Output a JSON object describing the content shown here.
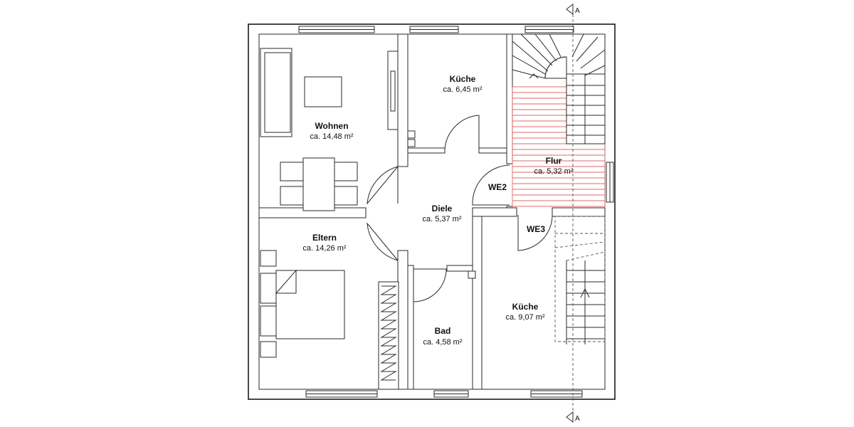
{
  "section_marker": {
    "label": "A"
  },
  "rooms": {
    "wohnen": {
      "name": "Wohnen",
      "area": "ca. 14,48 m²"
    },
    "kueche_top": {
      "name": "Küche",
      "area": "ca. 6,45 m²"
    },
    "flur": {
      "name": "Flur",
      "area": "ca. 5,32 m²"
    },
    "diele": {
      "name": "Diele",
      "area": "ca. 5,37 m²"
    },
    "eltern": {
      "name": "Eltern",
      "area": "ca. 14,26 m²"
    },
    "bad": {
      "name": "Bad",
      "area": "ca. 4,58 m²"
    },
    "kueche_bottom": {
      "name": "Küche",
      "area": "ca. 9,07 m²"
    }
  },
  "units": {
    "we2": "WE2",
    "we3": "WE3"
  },
  "colors": {
    "walls": "#1a1a1a",
    "flur_hatch": "#e06a6a",
    "background": "#ffffff"
  }
}
